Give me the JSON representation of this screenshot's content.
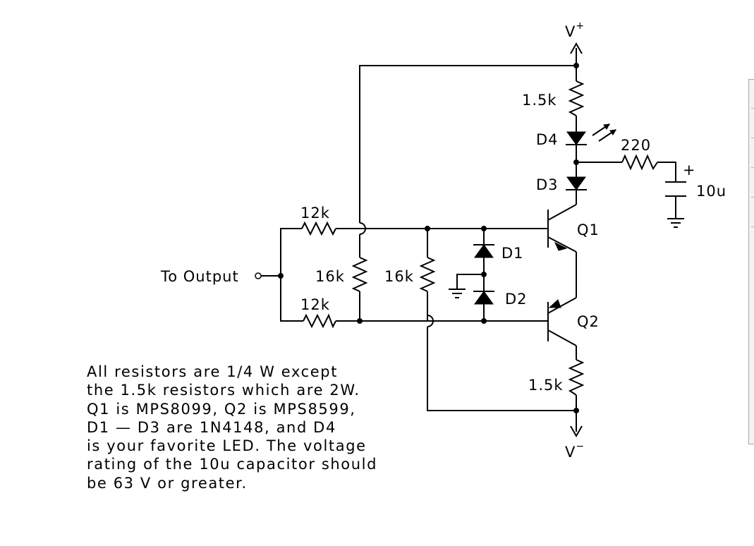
{
  "supplies": {
    "positive": "V",
    "positive_sign": "+",
    "negative": "V",
    "negative_sign": "−"
  },
  "components": {
    "r_top_1k5": "1.5k",
    "d4": "D4",
    "r_220": "220",
    "d3": "D3",
    "cap_plus": "+",
    "cap_10u": "10u",
    "r_12k_top": "12k",
    "q1": "Q1",
    "d1": "D1",
    "output": "To Output",
    "r_16k_left": "16k",
    "r_16k_right": "16k",
    "d2": "D2",
    "r_12k_bottom": "12k",
    "q2": "Q2",
    "r_bottom_1k5": "1.5k"
  },
  "note": "All resistors are 1/4 W except\nthe 1.5k resistors which are 2W.\nQ1 is MPS8099, Q2 is MPS8599,\nD1 — D3 are 1N4148, and D4\nis your favorite LED. The voltage\nrating of the 10u capacitor should\nbe 63 V or greater."
}
